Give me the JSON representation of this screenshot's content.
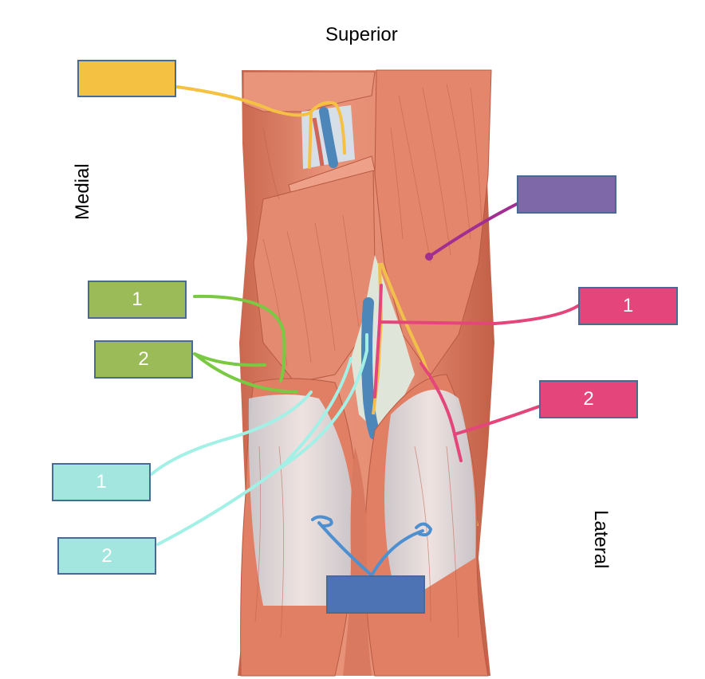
{
  "orientation": {
    "superior": "Superior",
    "medial": "Medial",
    "lateral": "Lateral"
  },
  "labels": {
    "top_left": "",
    "purple": "",
    "green_1": "1",
    "green_2": "2",
    "pink_1": "1",
    "pink_2": "2",
    "cyan_1": "1",
    "cyan_2": "2",
    "bottom_blue": ""
  },
  "colors": {
    "yellow": "#f5c142",
    "purple": "#7e68a8",
    "green": "#9bbb59",
    "pink": "#e4457a",
    "cyan": "#a2e6df",
    "blue": "#4e73b5",
    "muscle": "#e2846a",
    "tendon": "#dfe6ec",
    "vessel": "#4d86b8",
    "nerve": "#f0c04a"
  }
}
